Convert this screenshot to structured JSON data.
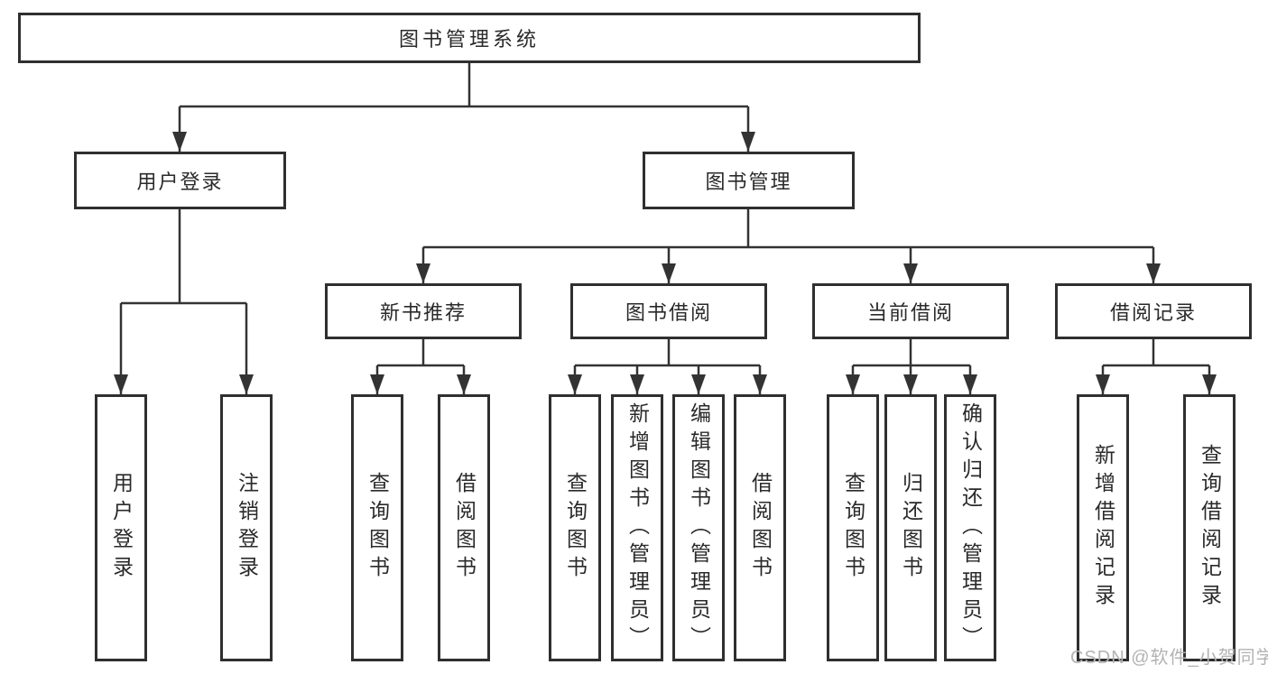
{
  "diagram": {
    "root": {
      "label": "图书管理系统"
    },
    "branches": [
      {
        "label": "用户登录",
        "children": [
          {
            "label": "用户登录"
          },
          {
            "label": "注销登录"
          }
        ]
      },
      {
        "label": "图书管理",
        "children": [
          {
            "label": "新书推荐",
            "children": [
              {
                "label": "查询图书"
              },
              {
                "label": "借阅图书"
              }
            ]
          },
          {
            "label": "图书借阅",
            "children": [
              {
                "label": "查询图书"
              },
              {
                "label": "新增图书（管理员）"
              },
              {
                "label": "编辑图书（管理员）"
              },
              {
                "label": "借阅图书"
              }
            ]
          },
          {
            "label": "当前借阅",
            "children": [
              {
                "label": "查询图书"
              },
              {
                "label": "归还图书"
              },
              {
                "label": "确认归还（管理员）"
              }
            ]
          },
          {
            "label": "借阅记录",
            "children": [
              {
                "label": "新增借阅记录"
              },
              {
                "label": "查询借阅记录"
              }
            ]
          }
        ]
      }
    ]
  },
  "watermark": "CSDN @软件_小贺同学",
  "colors": {
    "line": "#333333",
    "box_border": "#2f2f2f",
    "text": "#2a2a2a",
    "watermark": "#b3b3b3",
    "background": "#ffffff"
  }
}
